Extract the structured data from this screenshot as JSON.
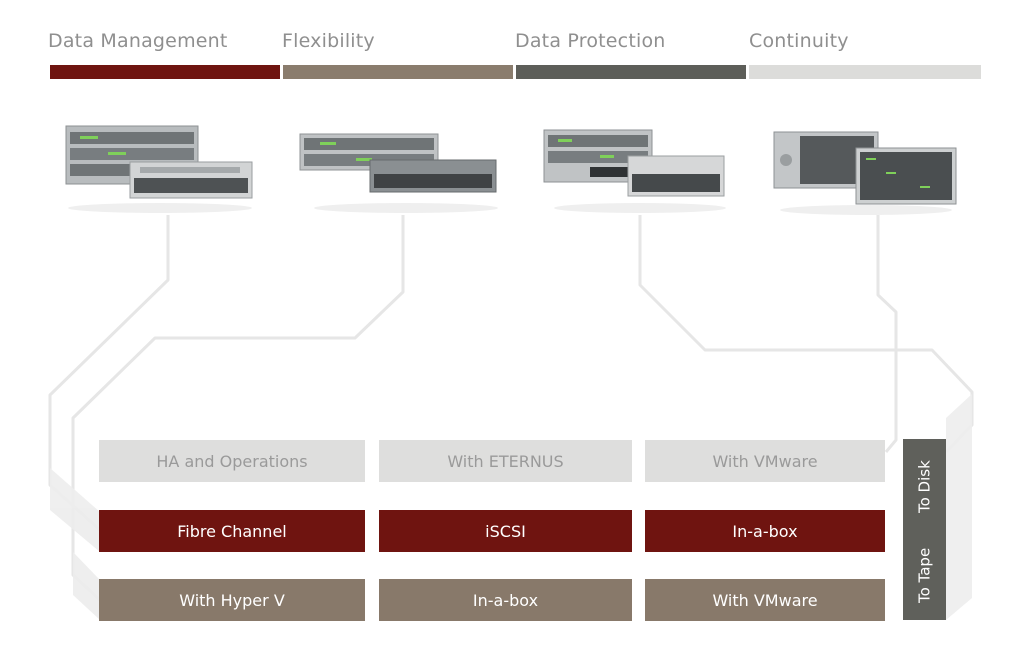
{
  "colors": {
    "data_management": "#6f1410",
    "flexibility": "#8a7c6d",
    "data_protection": "#5d5e59",
    "continuity": "#dcdcda",
    "light_box": "#dededd",
    "red_box": "#6f1410",
    "taupe_box": "#88796a",
    "side": "#5f605b",
    "connector": "#e5e5e5"
  },
  "categories": [
    {
      "label": "Data Management"
    },
    {
      "label": "Flexibility"
    },
    {
      "label": "Data Protection"
    },
    {
      "label": "Continuity"
    }
  ],
  "rows": {
    "top": [
      "HA and Operations",
      "With ETERNUS",
      "With VMware"
    ],
    "middle": [
      "Fibre Channel",
      "iSCSI",
      "In-a-box"
    ],
    "bottom": [
      "With Hyper V",
      "In-a-box",
      "With VMware"
    ]
  },
  "side": {
    "upper": "To Disk",
    "lower": "To Tape"
  },
  "icons": [
    "server-rack-icon",
    "storage-array-icon",
    "backup-system-icon",
    "server-enclosure-icon"
  ]
}
